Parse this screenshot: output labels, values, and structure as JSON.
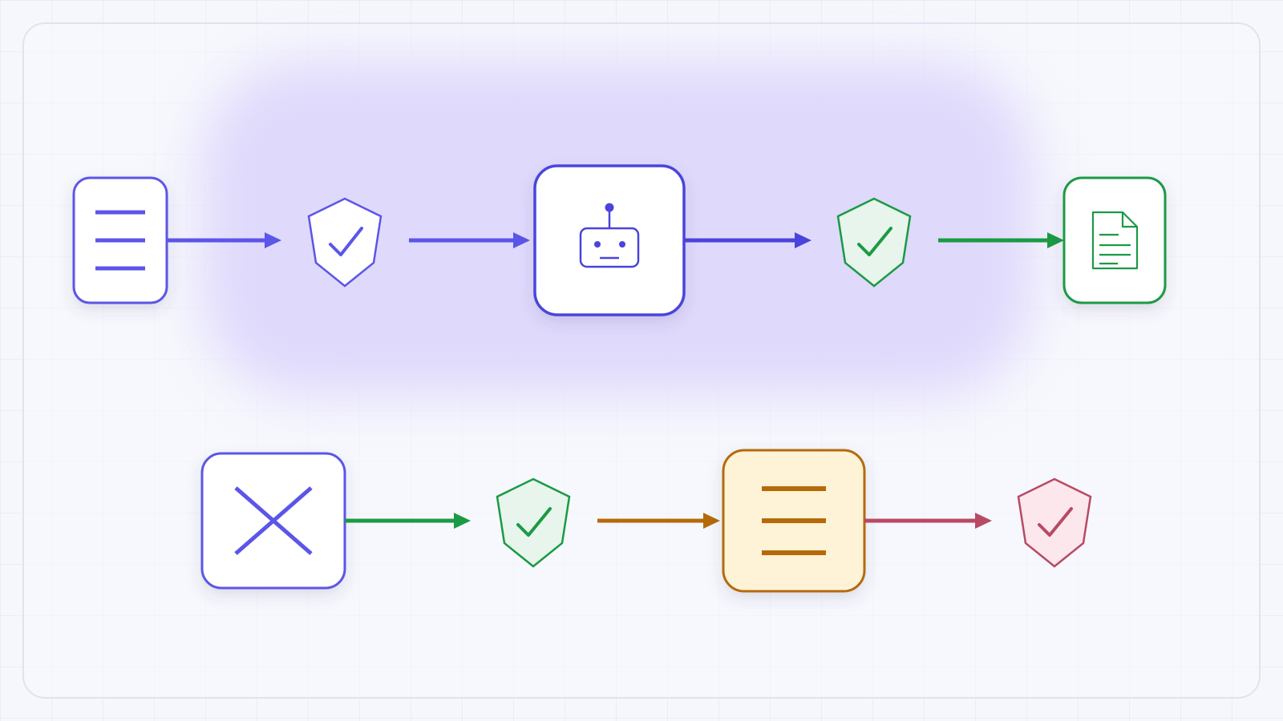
{
  "colors": {
    "indigo": "#5b55e8",
    "indigo_dark": "#4a44dc",
    "green": "#1b9a44",
    "amber": "#b56a08",
    "amber_fill": "#fef3d7",
    "rose": "#b84a64",
    "rose_fill": "#fbe7ec",
    "green_fill": "#e7f5ec",
    "white": "#ffffff"
  },
  "pipelines": [
    {
      "name": "primary-pipeline",
      "highlighted": true,
      "steps": [
        {
          "kind": "node",
          "icon": "list-icon",
          "color": "indigo"
        },
        {
          "kind": "arrow",
          "color": "indigo"
        },
        {
          "kind": "shield",
          "icon": "shield-check-icon",
          "color": "indigo",
          "fill": "white"
        },
        {
          "kind": "arrow",
          "color": "indigo"
        },
        {
          "kind": "node",
          "icon": "robot-icon",
          "color": "indigo_dark",
          "size": "large"
        },
        {
          "kind": "arrow",
          "color": "indigo_dark"
        },
        {
          "kind": "shield",
          "icon": "shield-check-icon",
          "color": "green",
          "fill": "green_fill"
        },
        {
          "kind": "arrow",
          "color": "green"
        },
        {
          "kind": "node",
          "icon": "document-icon",
          "color": "green"
        }
      ]
    },
    {
      "name": "secondary-pipeline",
      "highlighted": false,
      "steps": [
        {
          "kind": "node",
          "icon": "close-icon",
          "color": "indigo"
        },
        {
          "kind": "arrow",
          "color": "green"
        },
        {
          "kind": "shield",
          "icon": "shield-check-icon",
          "color": "green",
          "fill": "green_fill"
        },
        {
          "kind": "arrow",
          "color": "amber"
        },
        {
          "kind": "node",
          "icon": "list-icon",
          "color": "amber",
          "fill": "amber_fill"
        },
        {
          "kind": "arrow",
          "color": "rose"
        },
        {
          "kind": "shield",
          "icon": "shield-check-icon",
          "color": "rose",
          "fill": "rose_fill"
        }
      ]
    }
  ]
}
